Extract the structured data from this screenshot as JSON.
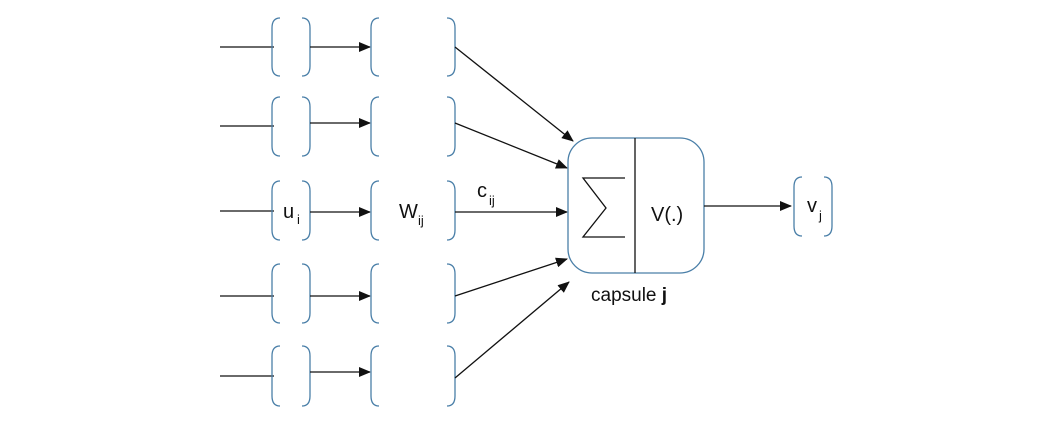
{
  "colors": {
    "stroke": "#111111",
    "box_border": "#4a7fa8",
    "background": "#ffffff"
  },
  "labels": {
    "u_main": "u",
    "u_sub": "i",
    "w_main": "W",
    "w_sub": "ij",
    "c_main": "c",
    "c_sub": "ij",
    "sum_symbol": "Σ",
    "activation": "V(.)",
    "v_main": "v",
    "v_sub": "j",
    "caption_prefix": "capsule ",
    "caption_bold": "j"
  },
  "diagram": {
    "input_rows": 5,
    "labeled_row": 3
  }
}
